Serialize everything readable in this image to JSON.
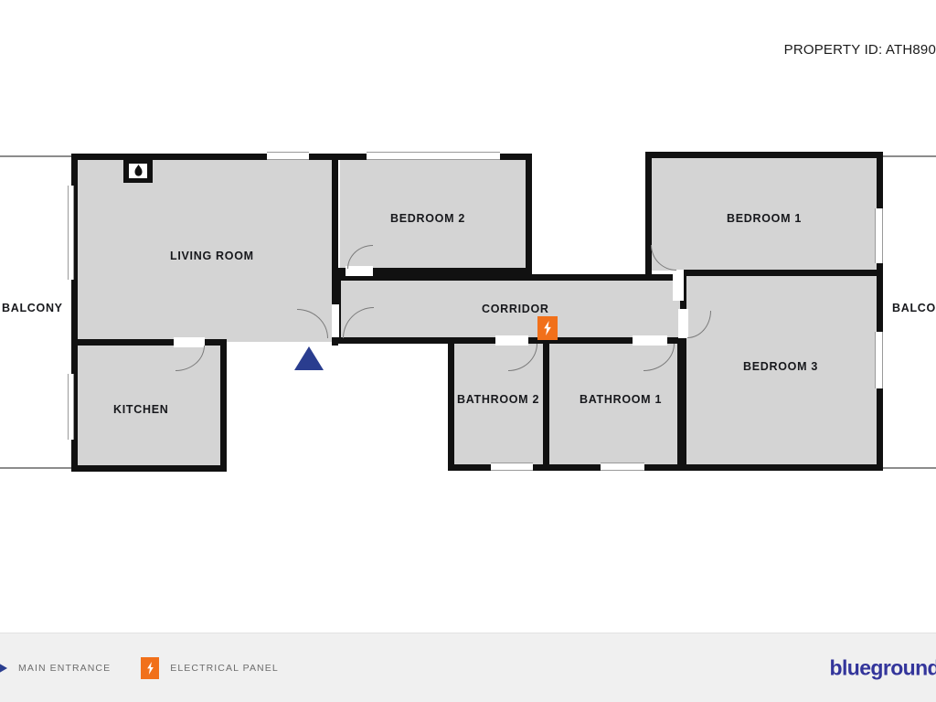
{
  "header": {
    "property_id": "PROPERTY ID: ATH890"
  },
  "plan": {
    "rooms": [
      {
        "name": "living-room",
        "label": "LIVING ROOM"
      },
      {
        "name": "kitchen",
        "label": "KITCHEN"
      },
      {
        "name": "bedroom-2",
        "label": "BEDROOM 2"
      },
      {
        "name": "bedroom-1",
        "label": "BEDROOM 1"
      },
      {
        "name": "bedroom-3",
        "label": "BEDROOM 3"
      },
      {
        "name": "corridor",
        "label": "CORRIDOR"
      },
      {
        "name": "bathroom-2",
        "label": "BATHROOM 2"
      },
      {
        "name": "bathroom-1",
        "label": "BATHROOM 1"
      },
      {
        "name": "balcony-left",
        "label": "BALCONY"
      },
      {
        "name": "balcony-right",
        "label": "BALCON"
      }
    ],
    "markers": {
      "fireplace_icon": "fireplace-icon",
      "fireplace_glyph": "☗",
      "electrical_panel_icon": "lightning-bolt-icon",
      "electrical_panel_glyph": "⚡",
      "entrance_icon": "entrance-triangle-icon"
    }
  },
  "footer": {
    "legend": [
      {
        "icon": "entrance-arrow-icon",
        "label": "MAIN ENTRANCE"
      },
      {
        "icon": "lightning-bolt-icon",
        "label": "ELECTRICAL PANEL"
      }
    ],
    "brand": "blueground"
  },
  "colors": {
    "room_fill": "#d4d4d4",
    "wall": "#111111",
    "accent_orange": "#f1701a",
    "accent_blue": "#2a3d8f",
    "brand_indigo": "#33359b",
    "footer_bg": "#f0f0f0"
  }
}
